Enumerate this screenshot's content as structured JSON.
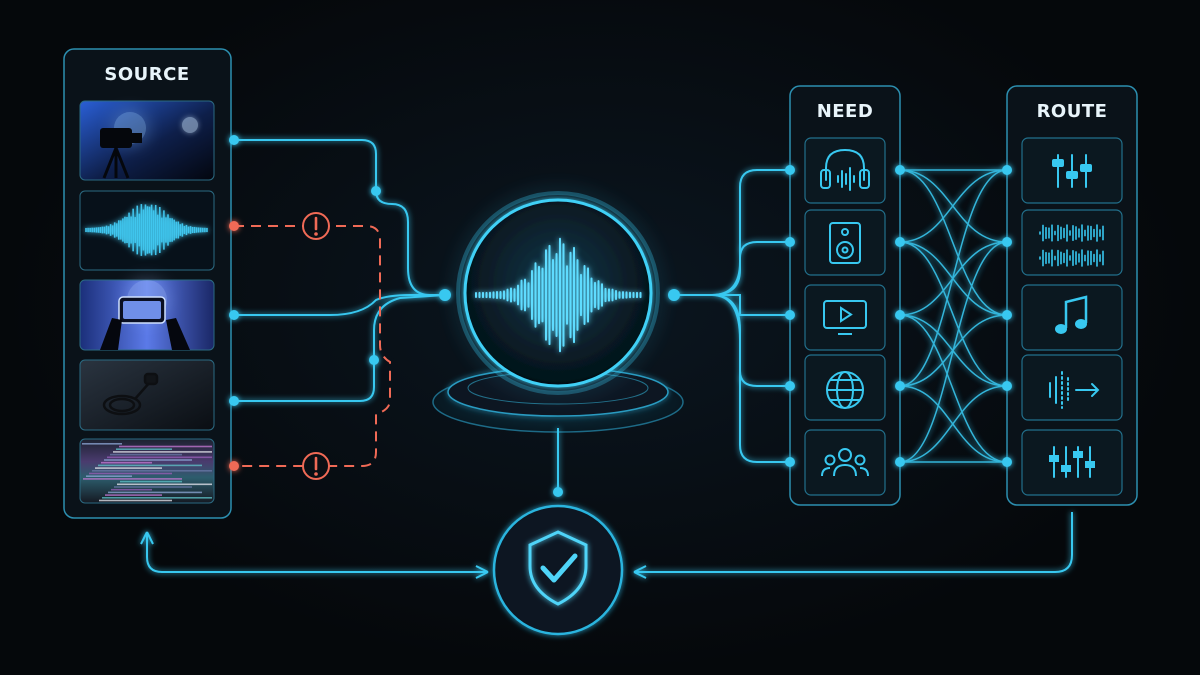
{
  "source": {
    "title": "SOURCE",
    "items": [
      {
        "name": "camera-on-stage",
        "status": "ok"
      },
      {
        "name": "audio-waveform",
        "status": "warning"
      },
      {
        "name": "phone-recording-concert",
        "status": "ok"
      },
      {
        "name": "lavalier-microphone",
        "status": "ok"
      },
      {
        "name": "glitched-video",
        "status": "warning"
      }
    ]
  },
  "need": {
    "title": "NEED",
    "items": [
      "headphones-icon",
      "speaker-icon",
      "video-player-icon",
      "globe-icon",
      "audience-icon"
    ]
  },
  "route": {
    "title": "ROUTE",
    "items": [
      "mixer-faders-icon",
      "dual-waveform-icon",
      "music-note-icon",
      "signal-forward-icon",
      "equalizer-icon"
    ]
  },
  "center": {
    "name": "audio-waveform-orb-icon"
  },
  "check": {
    "name": "shield-check-icon"
  },
  "colors": {
    "accent": "#38c8f0",
    "warning": "#f06a56",
    "panel_border": "#2c8fb0",
    "background": "#06090d"
  }
}
